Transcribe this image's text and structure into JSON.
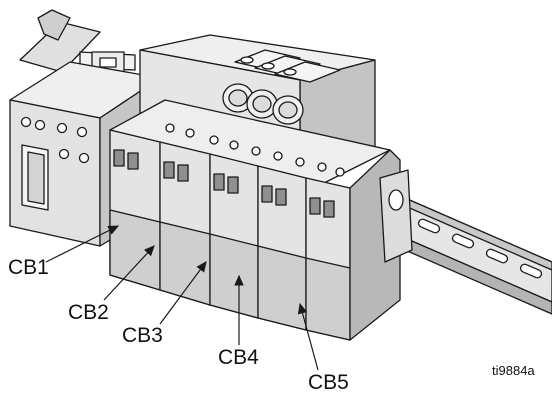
{
  "figure": {
    "reference_id": "ti9884a",
    "callouts": [
      {
        "id": "cb1",
        "label": "CB1"
      },
      {
        "id": "cb2",
        "label": "CB2"
      },
      {
        "id": "cb3",
        "label": "CB3"
      },
      {
        "id": "cb4",
        "label": "CB4"
      },
      {
        "id": "cb5",
        "label": "CB5"
      }
    ]
  },
  "colors": {
    "line": "#1a1a1a",
    "face_light": "#ececec",
    "face_mid": "#d2d2d2",
    "face_dark": "#a8a8a8",
    "background": "#ffffff"
  }
}
